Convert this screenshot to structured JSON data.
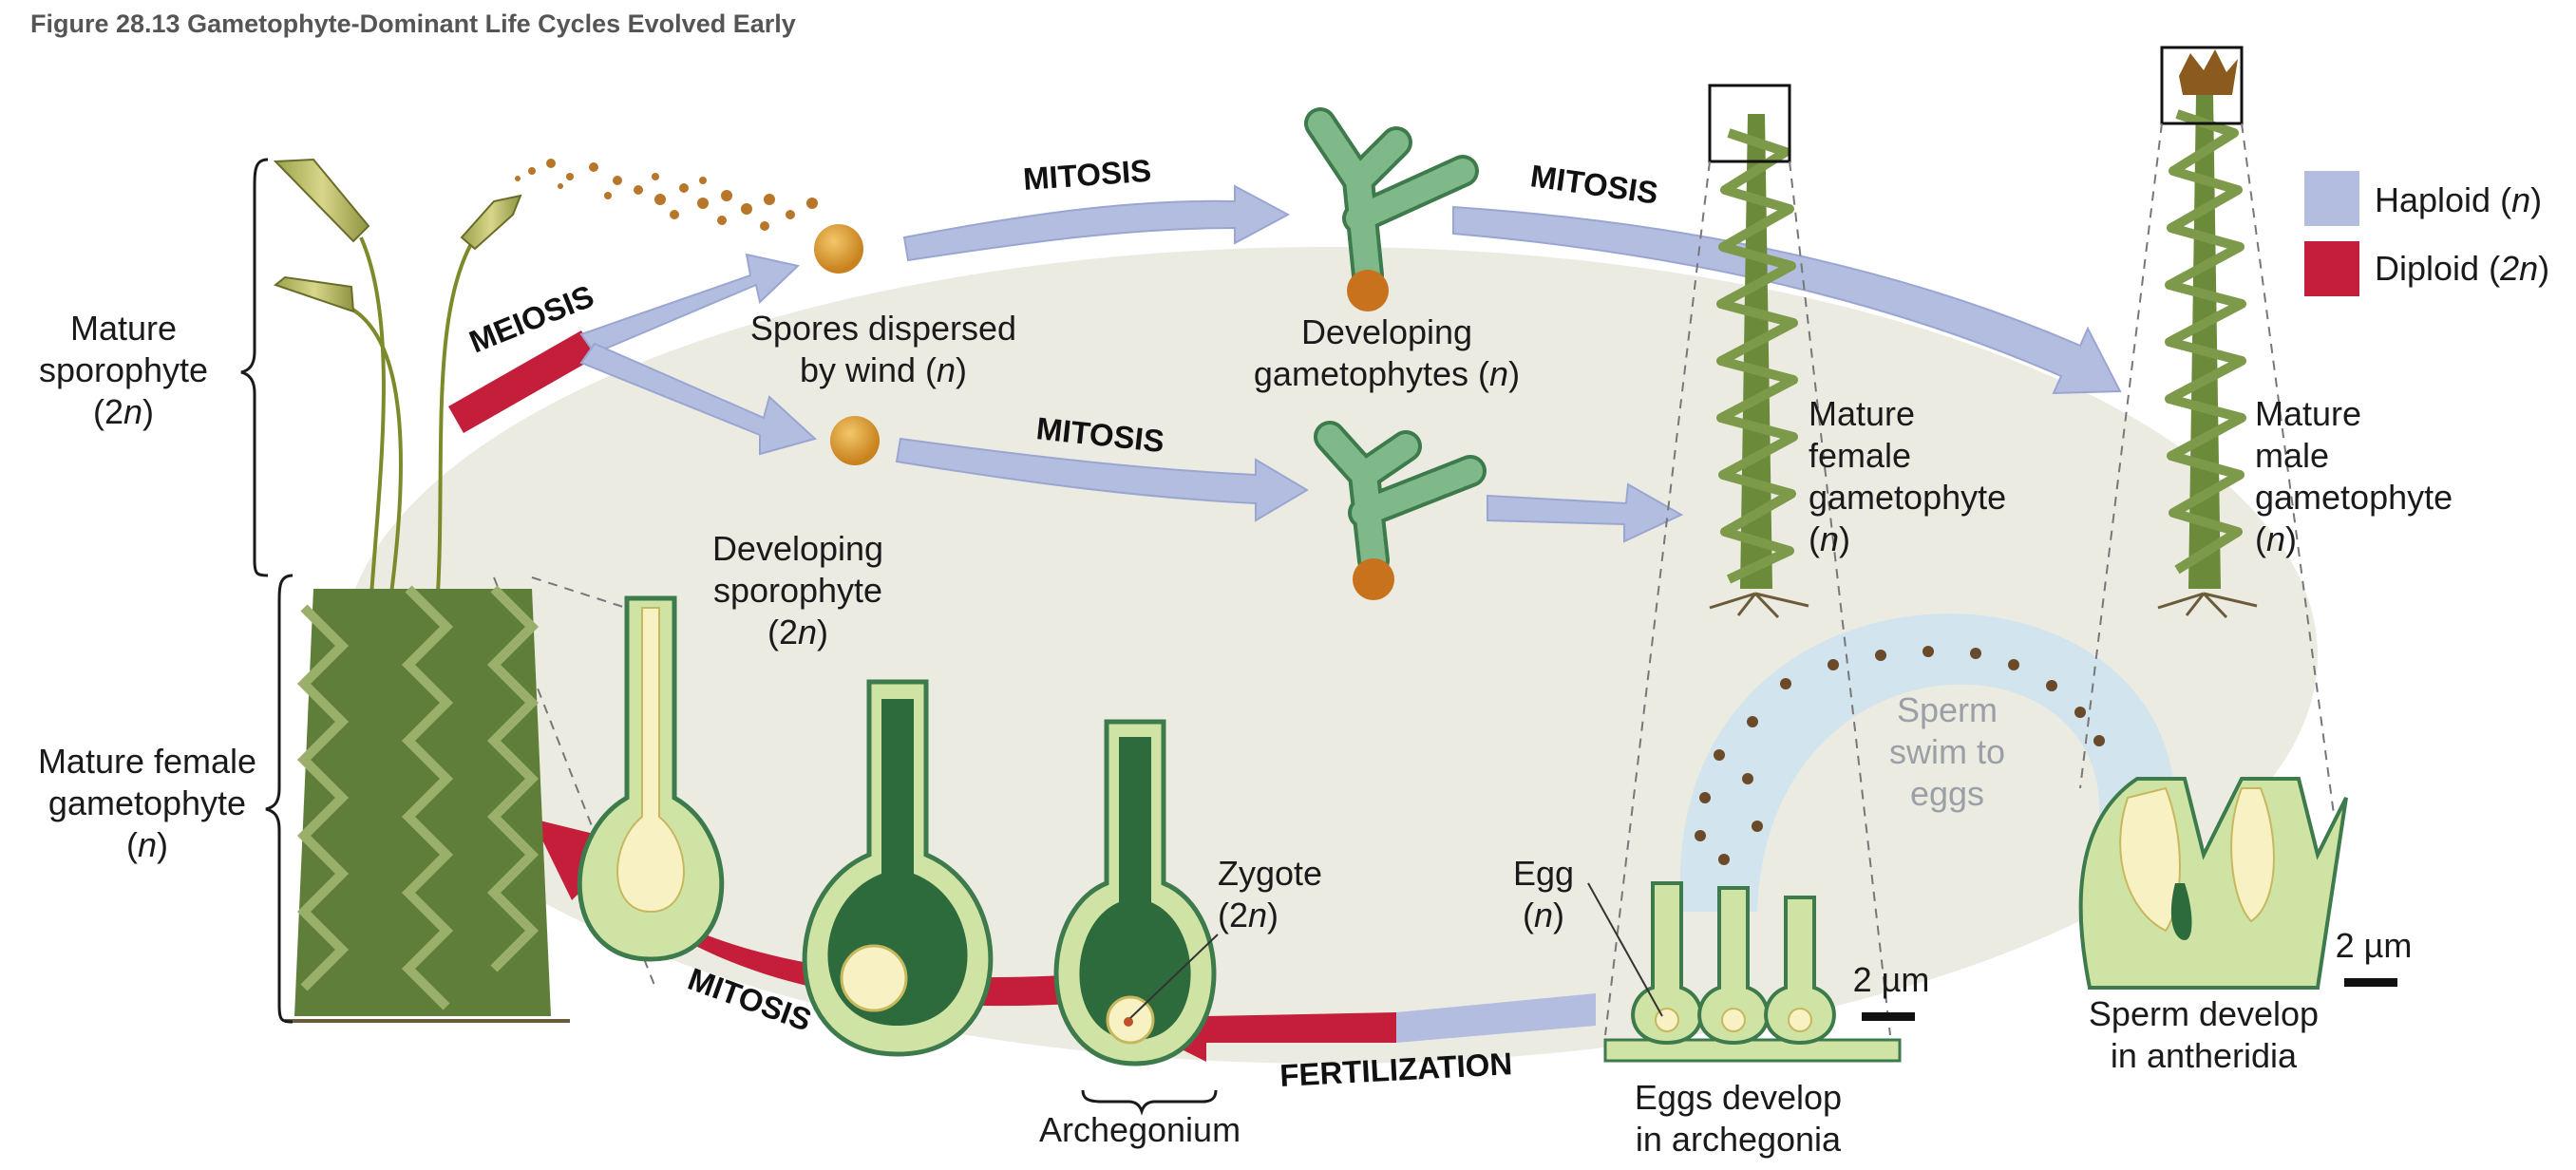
{
  "figure_title": "Figure 28.13 Gametophyte-Dominant Life Cycles Evolved Early",
  "colors": {
    "haploid": "#b3bde0",
    "diploid": "#c41e3a",
    "background_oval": "#ecebe2",
    "gametophyte_green": "#2e6b3c",
    "cell_light": "#cfe3a5"
  },
  "legend": {
    "haploid": {
      "text": "Haploid",
      "sym": "n"
    },
    "diploid": {
      "text": "Diploid",
      "sym": "2n"
    }
  },
  "process_labels": {
    "meiosis": "MEIOSIS",
    "mitosis_top_1": "MITOSIS",
    "mitosis_top_2": "MITOSIS",
    "mitosis_mid": "MITOSIS",
    "mitosis_bottom": "MITOSIS",
    "fertilization": "FERTILIZATION"
  },
  "labels": {
    "mature_sporophyte": {
      "l1": "Mature",
      "l2": "sporophyte",
      "l3_pre": "(2",
      "l3_it": "n",
      "l3_post": ")"
    },
    "mature_female_gametophyte_left": {
      "l1": "Mature female",
      "l2": "gametophyte",
      "l3_pre": "(",
      "l3_it": "n",
      "l3_post": ")"
    },
    "spores": {
      "l1": "Spores dispersed",
      "l2_pre": "by wind (",
      "l2_it": "n",
      "l2_post": ")"
    },
    "developing_gametophytes": {
      "l1": "Developing",
      "l2_pre": "gametophytes (",
      "l2_it": "n",
      "l2_post": ")"
    },
    "mature_female_gametophyte": {
      "l1": "Mature",
      "l2": "female",
      "l3": "gametophyte",
      "l4_pre": "(",
      "l4_it": "n",
      "l4_post": ")"
    },
    "mature_male_gametophyte": {
      "l1": "Mature",
      "l2": "male",
      "l3": "gametophyte",
      "l4_pre": "(",
      "l4_it": "n",
      "l4_post": ")"
    },
    "developing_sporophyte": {
      "l1": "Developing",
      "l2": "sporophyte",
      "l3_pre": "(2",
      "l3_it": "n",
      "l3_post": ")"
    },
    "zygote": {
      "l1": "Zygote",
      "l2_pre": "(2",
      "l2_it": "n",
      "l2_post": ")"
    },
    "egg": {
      "l1": "Egg",
      "l2_pre": "(",
      "l2_it": "n",
      "l2_post": ")"
    },
    "sperm_swim": {
      "l1": "Sperm",
      "l2": "swim to",
      "l3": "eggs"
    },
    "eggs_develop": {
      "l1": "Eggs develop",
      "l2": "in archegonia"
    },
    "sperm_develop": {
      "l1": "Sperm develop",
      "l2": "in antheridia"
    },
    "archegonium": "Archegonium",
    "scale_left": "2 µm",
    "scale_right": "2 µm"
  }
}
